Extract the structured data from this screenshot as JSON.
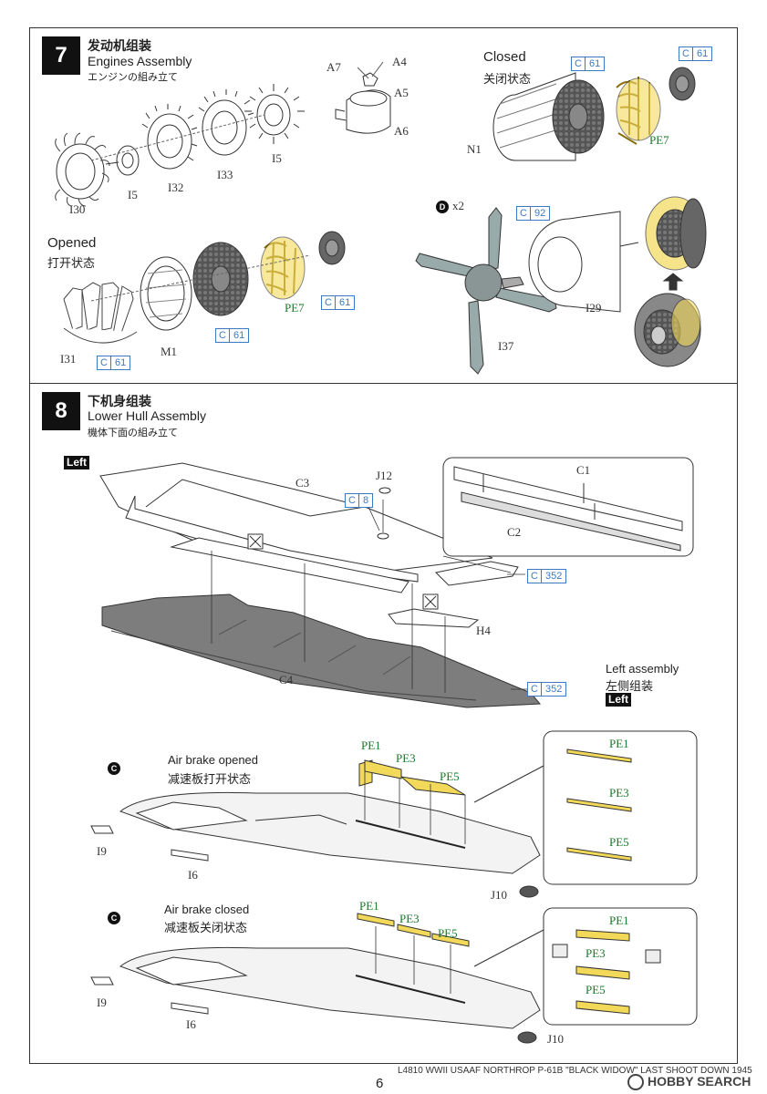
{
  "step7": {
    "number": "7",
    "title_cn": "发动机组装",
    "title_en": "Engines Assembly",
    "title_jp": "エンジンの組み立て",
    "parts_top": [
      "I30",
      "I5",
      "I32",
      "I33",
      "I5"
    ],
    "small_parts": [
      "A7",
      "A4",
      "A5",
      "A6"
    ],
    "closed_en": "Closed",
    "closed_cn": "关闭状态",
    "closed_n1": "N1",
    "closed_pe": "PE7",
    "opened_en": "Opened",
    "opened_cn": "打开状态",
    "opened_m1": "M1",
    "opened_i31": "I31",
    "opened_pe": "PE7",
    "prop_x2": "x2",
    "prop_d": "D",
    "prop_i29": "I29",
    "prop_i37": "I37",
    "c_letter": "C",
    "c61": "61",
    "c92": "92"
  },
  "step8": {
    "number": "8",
    "title_cn": "下机身组装",
    "title_en": "Lower Hull Assembly",
    "title_jp": "機体下面の組み立て",
    "left_tag": "Left",
    "parts": [
      "C3",
      "J12",
      "C4",
      "H4",
      "C1",
      "C2"
    ],
    "c_letter": "C",
    "c8": "8",
    "c352": "352",
    "left_assembly_en": "Left  assembly",
    "left_assembly_cn": "左侧组装",
    "left_tag2": "Left",
    "brake_opened_en": "Air brake opened",
    "brake_opened_cn": "减速板打开状态",
    "brake_closed_en": "Air brake closed",
    "brake_closed_cn": "减速板关闭状态",
    "circle_c": "C",
    "pe": [
      "PE1",
      "PE3",
      "PE5"
    ],
    "brake_parts": [
      "I9",
      "I6",
      "J10"
    ]
  },
  "footer": {
    "text": "L4810  WWII USAAF NORTHROP P-61B \"BLACK WIDOW\" LAST SHOOT DOWN 1945",
    "page": "6",
    "watermark": "HOBBY SEARCH"
  },
  "colors": {
    "accent_blue": "#3a7ac2",
    "pe_yellow": "#f3d95a",
    "pe_green": "#1a7a2a",
    "hull_gray": "#7d7d7d"
  }
}
